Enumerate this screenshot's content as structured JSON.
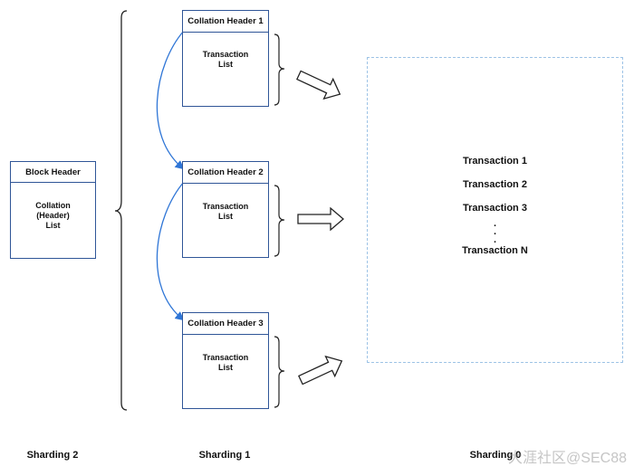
{
  "block": {
    "header": "Block Header",
    "body": [
      "Collation",
      "(Header)",
      "List"
    ]
  },
  "collations": [
    {
      "header": "Collation Header 1",
      "body": [
        "Transaction",
        "List"
      ]
    },
    {
      "header": "Collation Header 2",
      "body": [
        "Transaction",
        "List"
      ]
    },
    {
      "header": "Collation Header 3",
      "body": [
        "Transaction",
        "List"
      ]
    }
  ],
  "pool": {
    "items": [
      "Transaction 1",
      "Transaction 2",
      "Transaction 3"
    ],
    "dots": [
      ".",
      ".",
      "."
    ],
    "last": "Transaction N"
  },
  "shards": [
    "Sharding 2",
    "Sharding 1",
    "Sharding 0"
  ],
  "watermark": "大涯社区@SEC88",
  "colors": {
    "box_border": "#2f5597",
    "link_curve": "#2e75d6",
    "pool_border": "#9dc3e6",
    "brace": "#222222"
  }
}
